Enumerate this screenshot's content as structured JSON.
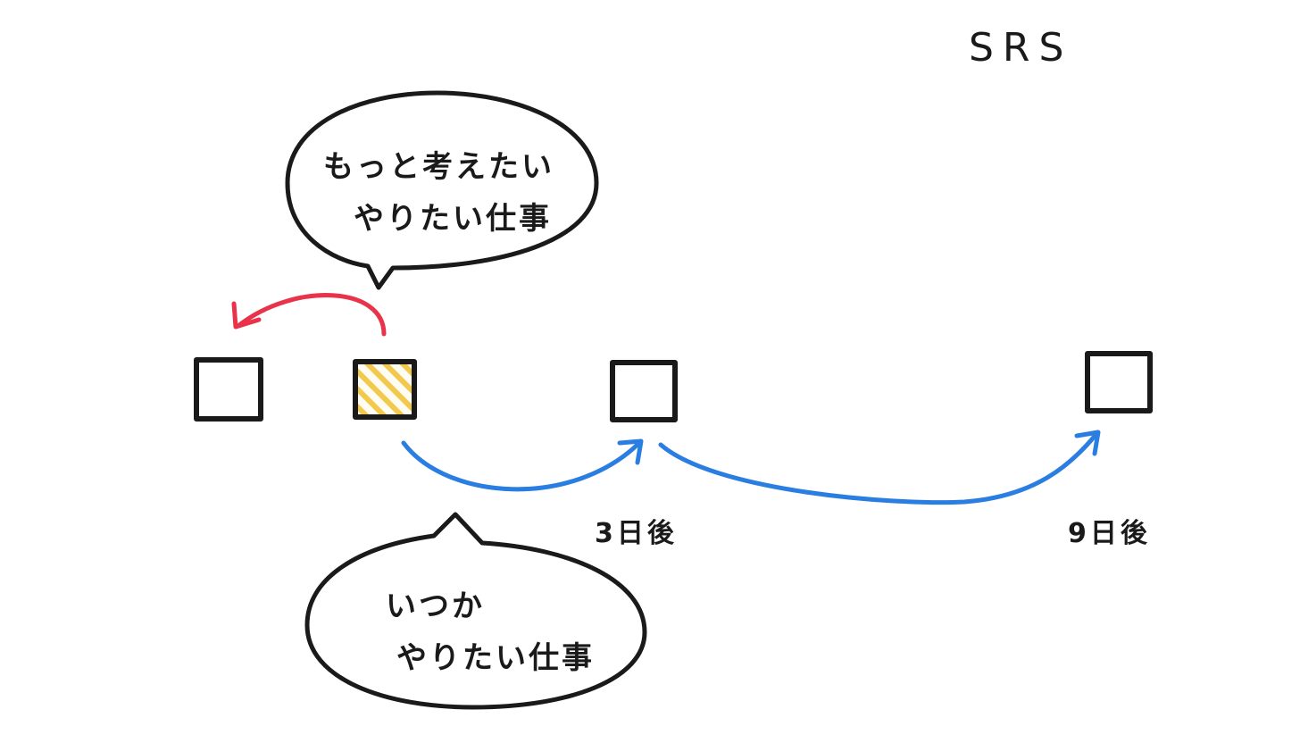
{
  "title": "SRS",
  "bubbles": {
    "top": {
      "line1": "もっと考えたい",
      "line2": "やりたい仕事"
    },
    "bottom": {
      "line1": "いつか",
      "line2": "やりたい仕事"
    }
  },
  "intervals": [
    {
      "label": "3日後"
    },
    {
      "label": "9日後"
    }
  ],
  "boxes": [
    {
      "id": "previous",
      "state": "empty"
    },
    {
      "id": "current",
      "state": "highlighted"
    },
    {
      "id": "after-3-days",
      "state": "empty"
    },
    {
      "id": "after-9-days",
      "state": "empty"
    }
  ],
  "colors": {
    "ink": "#1a1a1a",
    "back_arrow": "#e8334a",
    "forward_arrow": "#2a7de1",
    "highlight": "#f2c94c"
  }
}
